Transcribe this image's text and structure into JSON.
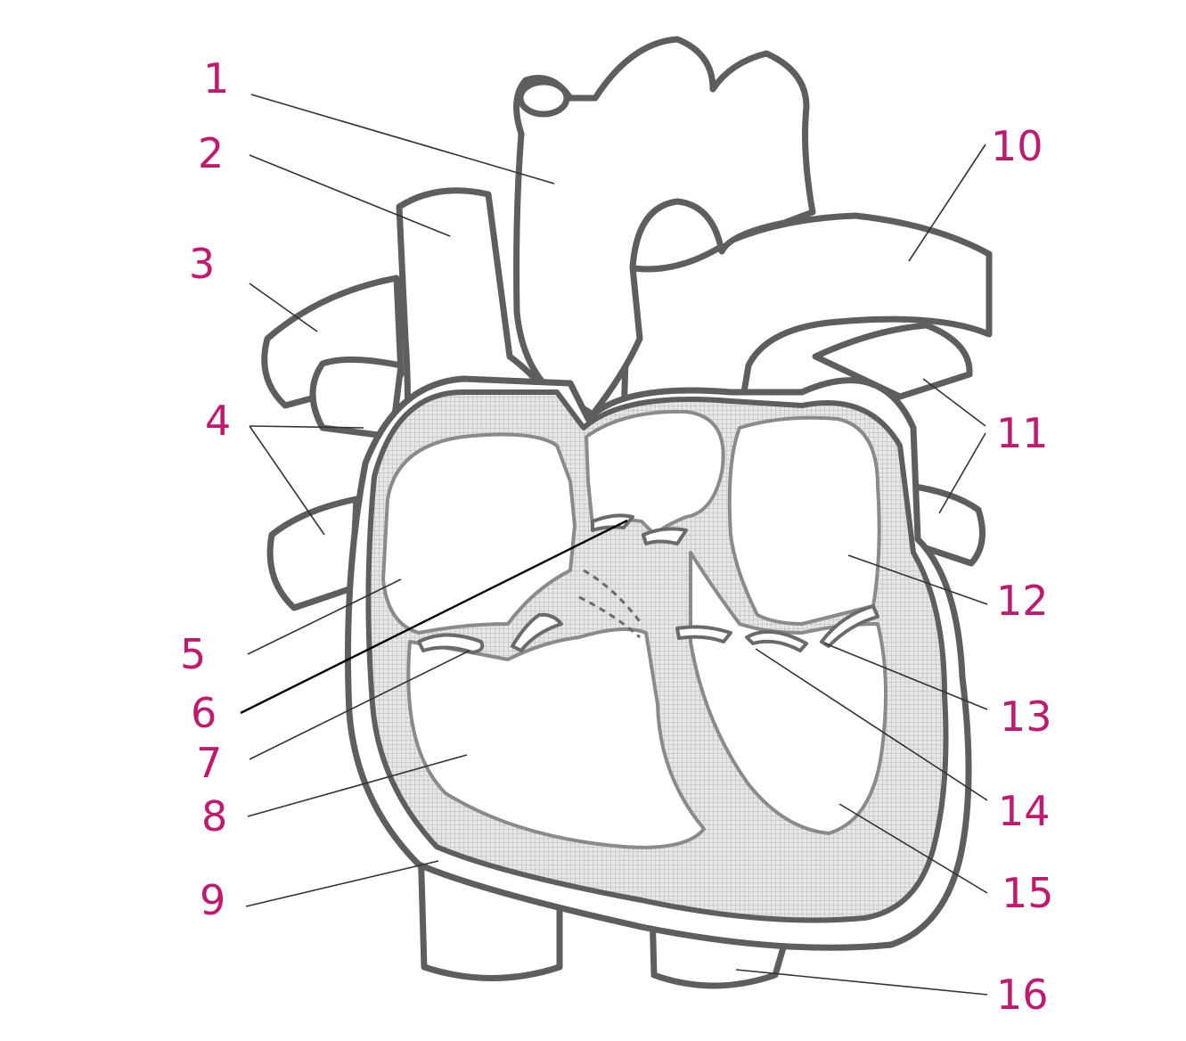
{
  "labels": [
    "1",
    "2",
    "3",
    "4",
    "5",
    "6",
    "7",
    "8",
    "9",
    "10",
    "11",
    "12",
    "13",
    "14",
    "15",
    "16"
  ],
  "colors": {
    "label": "#c01a6e",
    "outline": "#5e5e5e",
    "wall_hatch": "#bdbdbd"
  }
}
